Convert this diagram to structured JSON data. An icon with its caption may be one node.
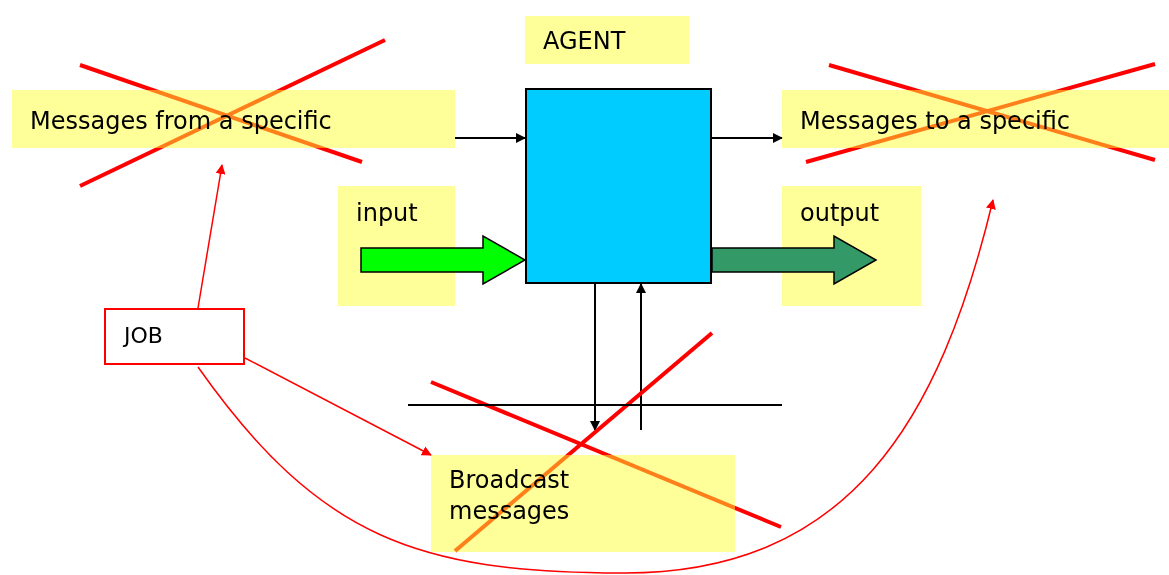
{
  "diagram": {
    "nodes": [
      {
        "text": [
          "AGENT"
        ]
      },
      {
        "text": [
          "Messages from a specific"
        ]
      },
      {
        "text": [],
        "shape": "box"
      },
      {
        "text": [
          "Messages to a specific"
        ]
      },
      {
        "text": [
          "input"
        ]
      },
      {
        "text": [
          "output"
        ]
      },
      {
        "text": [
          "JOB"
        ]
      },
      {
        "text": [
          "Broadcast messages"
        ]
      },
      {
        "text": [],
        "shape": "line"
      }
    ],
    "edges": [
      {
        "from": 1,
        "to": 2,
        "arrow": "to"
      },
      {
        "from": 2,
        "to": 3,
        "arrow": "to"
      },
      {
        "from": 4,
        "to": 2,
        "arrow": "to",
        "style": "thick",
        "color": "#00ff00"
      },
      {
        "from": 2,
        "to": 5,
        "arrow": "to",
        "style": "thick",
        "color": "#339966"
      },
      {
        "from": 2,
        "to": 8,
        "arrow": "to"
      },
      {
        "from": 8,
        "to": 2,
        "arrow": "to"
      },
      {
        "from": 6,
        "to": 1,
        "arrow": "to",
        "color": "#ff0000"
      },
      {
        "from": 6,
        "to": 7,
        "arrow": "to",
        "color": "#ff0000"
      },
      {
        "from": 6,
        "to": 3,
        "arrow": "to",
        "color": "#ff0000"
      }
    ]
  }
}
